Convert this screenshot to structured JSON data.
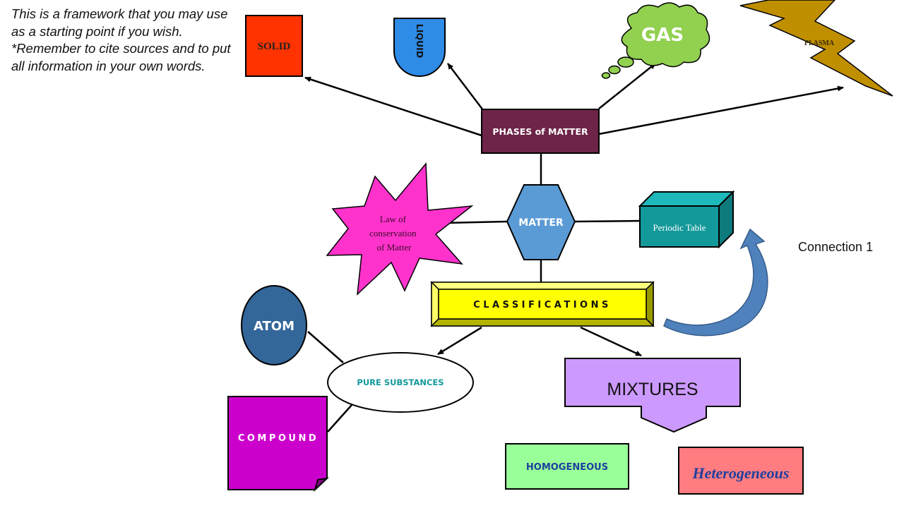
{
  "intro": {
    "line1": "This is a framework that you may use as a starting point if you wish.",
    "line2": "*Remember to cite sources and to put all information in your own words."
  },
  "nodes": {
    "solid": "SOLID",
    "liquid": "LIQUID",
    "gas": "GAS",
    "plasma": "PLASMA",
    "phases": "PHASES of MATTER",
    "matter": "MATTER",
    "law": [
      "Law of",
      "conservation",
      "of Matter"
    ],
    "periodic_table": "Periodic Table",
    "classifications": "CLASSIFICATIONS",
    "atom": "ATOM",
    "pure_substances": "PURE SUBSTANCES",
    "compound": "COMPOUND",
    "mixtures": "MIXTURES",
    "homogeneous": "HOMOGENEOUS",
    "heterogeneous": "Heterogeneous"
  },
  "connection_label": "Connection 1",
  "colors": {
    "solid": "#ff3300",
    "liquid": "#2e8be6",
    "gas": "#92d050",
    "plasma": "#bf8f00",
    "phases": "#6e2448",
    "matter": "#5b9bd5",
    "law": "#ff33cc",
    "periodic_table": "#14999b",
    "classifications": "#ffff00",
    "atom": "#336699",
    "compound": "#cc00cc",
    "mixtures": "#cc99ff",
    "homogeneous": "#99ff99",
    "heterogeneous": "#ff7c80",
    "curved_arrow": "#4f81bd"
  }
}
